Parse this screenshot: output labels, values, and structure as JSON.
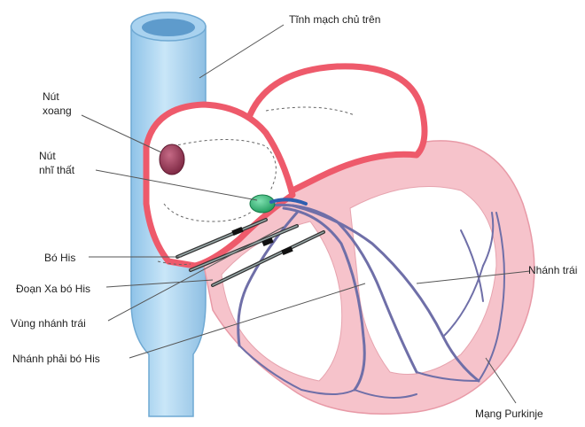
{
  "diagram": {
    "labels": {
      "superior_vena_cava": "Tĩnh mạch chủ trên",
      "sa_node_line1": "Nút",
      "sa_node_line2": "xoang",
      "av_node_line1": "Nút",
      "av_node_line2": "nhĩ thất",
      "bundle_of_his": "Bó His",
      "distal_his_segment": "Đoạn Xa bó His",
      "left_bundle_area": "Vùng nhánh trái",
      "right_bundle_branch": "Nhánh phải bó His",
      "left_bundle_branch": "Nhánh trái",
      "purkinje_network": "Mạng Purkinje"
    },
    "colors": {
      "vessel_fill": "#b9dcf2",
      "vessel_stroke": "#6fa9d3",
      "heart_wall": "#ee5a6b",
      "heart_fill": "#f7c9d0",
      "chamber_fill": "#ffffff",
      "conduction_path": "#6f6fa8",
      "av_node": "#2bb673",
      "sa_node": "#8c2c47",
      "leader_line": "#555555"
    }
  }
}
